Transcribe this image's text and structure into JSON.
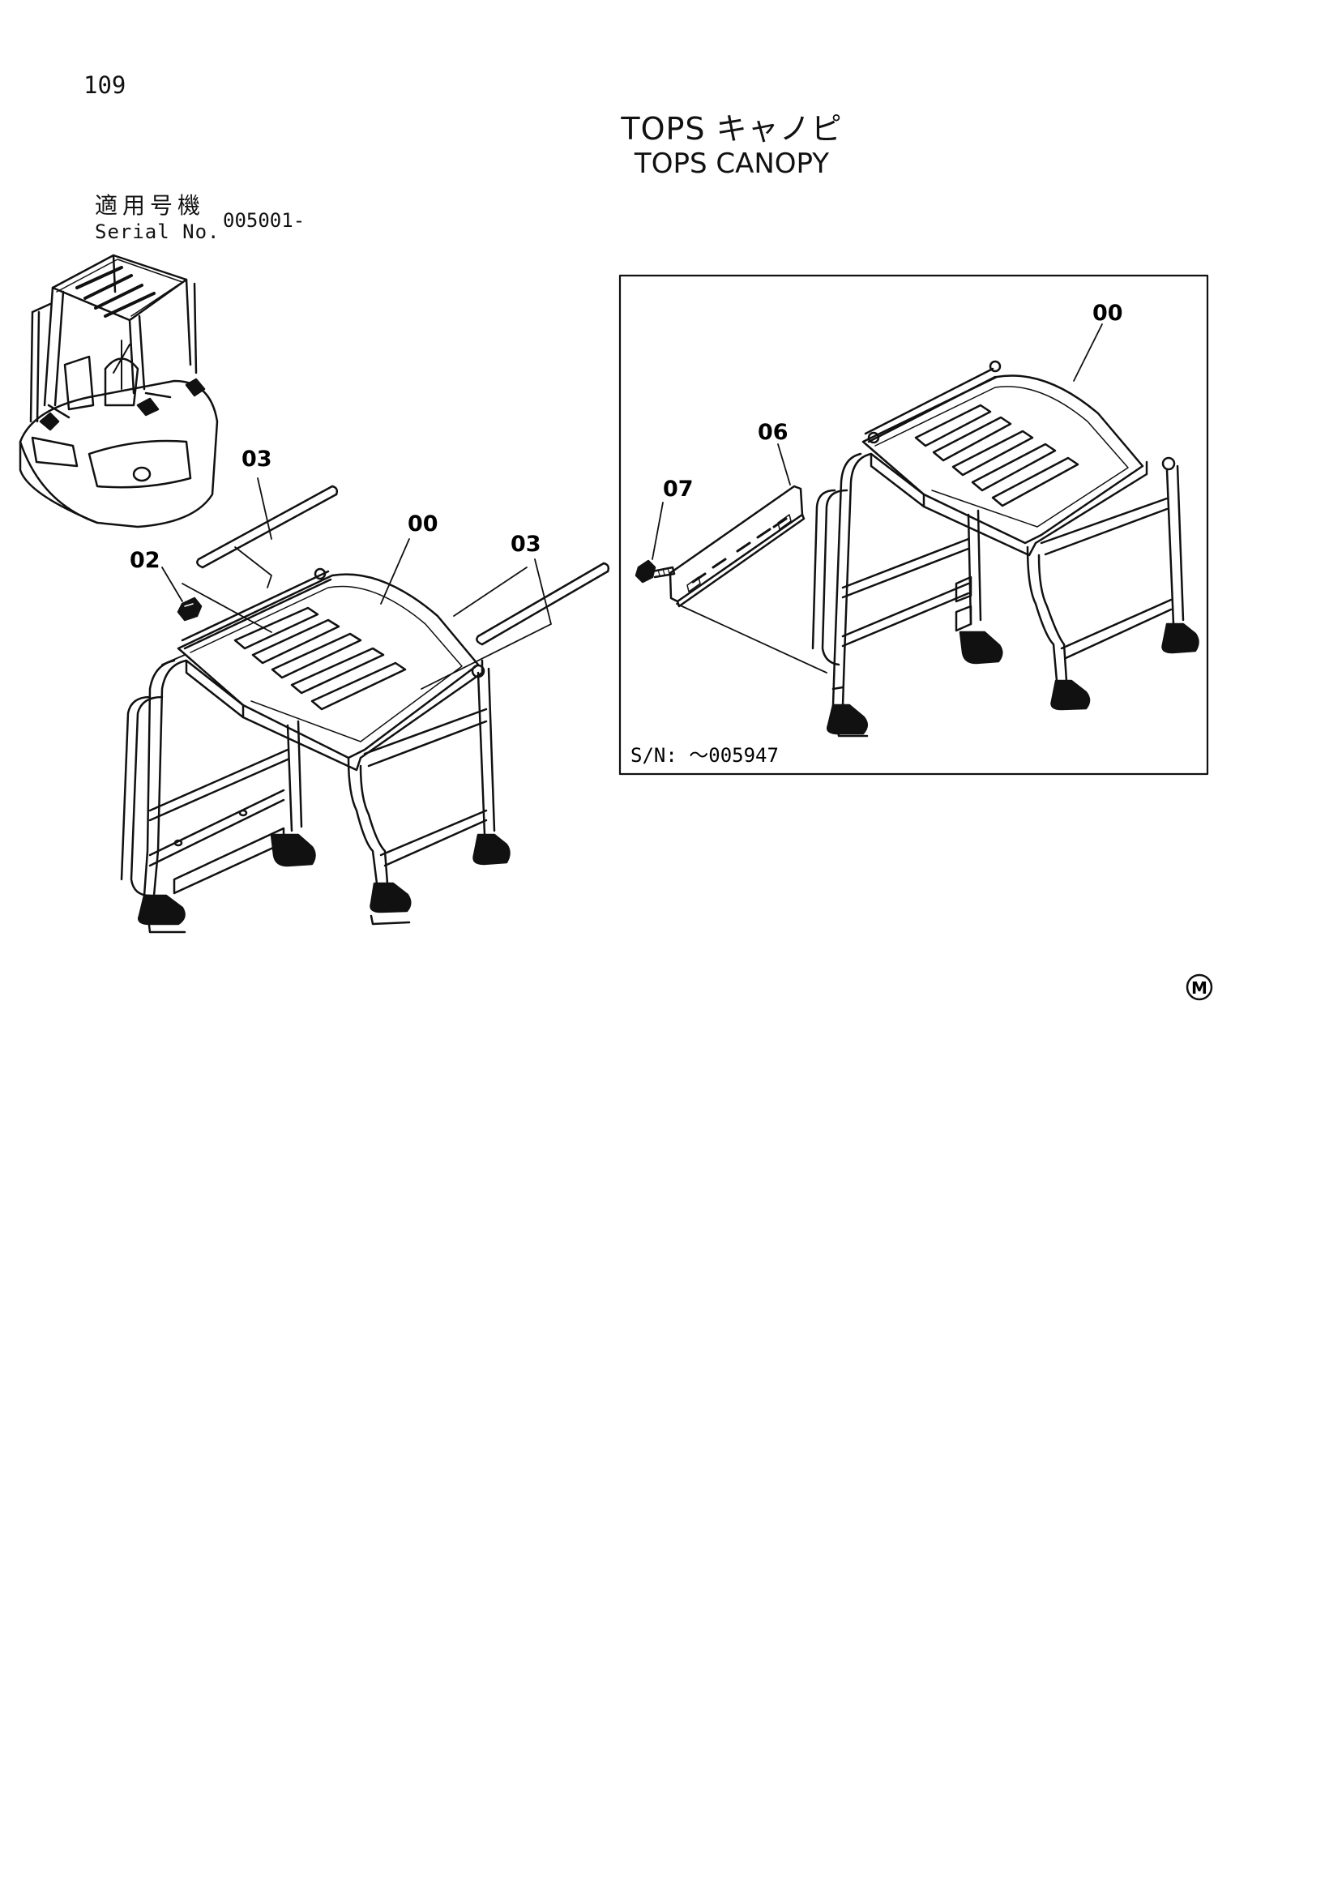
{
  "page": {
    "number": "109",
    "title_ja": "TOPS キャノピ",
    "title_en": "TOPS CANOPY",
    "serial_label_ja": "適用号機",
    "serial_label_en": "Serial No.",
    "serial_value": "005001-"
  },
  "callouts": {
    "c00_main": "00",
    "c02": "02",
    "c03_left": "03",
    "c03_right": "03",
    "c00_inset": "00",
    "c06": "06",
    "c07": "07"
  },
  "inset": {
    "serial_note": "S/N: ～005947"
  },
  "marks": {
    "circled": "M"
  },
  "colors": {
    "ink": "#111111",
    "paper": "#ffffff"
  }
}
